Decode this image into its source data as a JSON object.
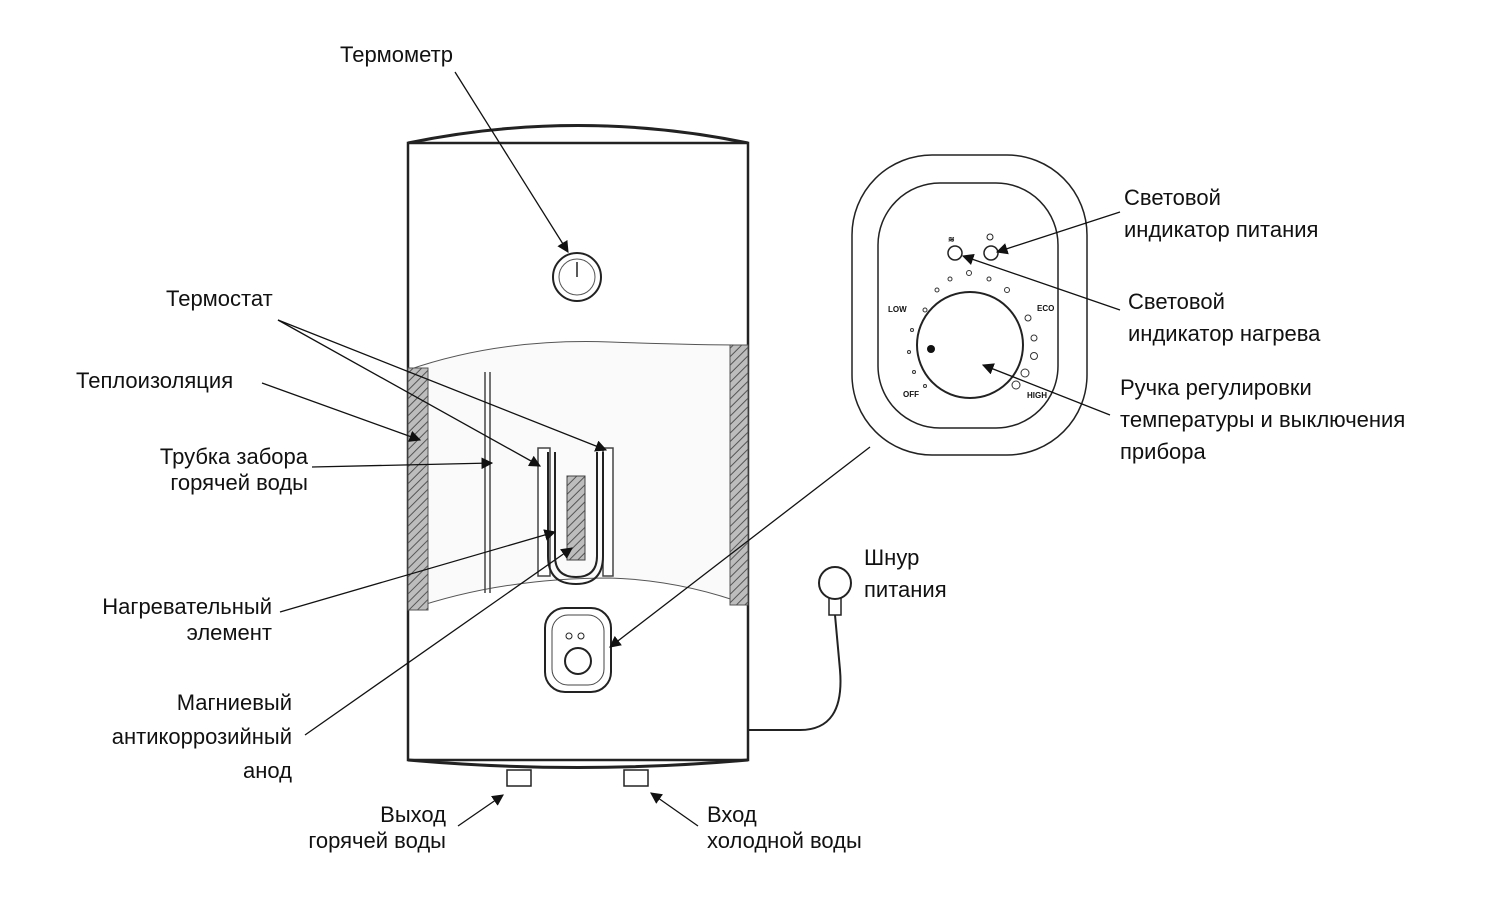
{
  "labels": {
    "thermometer": "Термометр",
    "thermostat": "Термостат",
    "insulation": "Теплоизоляция",
    "hot_pipe": [
      "Трубка забора",
      "горячей воды"
    ],
    "heater": [
      "Нагревательный",
      "элемент"
    ],
    "anode": [
      "Магниевый",
      "антикоррозийный",
      "анод"
    ],
    "hot_out": [
      "Выход",
      "горячей воды"
    ],
    "cold_in": [
      "Вход",
      "холодной воды"
    ],
    "power_led": [
      "Световой",
      "индикатор питания"
    ],
    "heat_led": [
      "Световой",
      "индикатор нагрева"
    ],
    "knob": [
      "Ручка регулировки",
      "температуры и выключения",
      "прибора"
    ],
    "cord": [
      "Шнур",
      "питания"
    ]
  },
  "dial": {
    "low": "LOW",
    "eco": "ECO",
    "off": "OFF",
    "high": "HIGH",
    "heat_symbol": "≋"
  }
}
